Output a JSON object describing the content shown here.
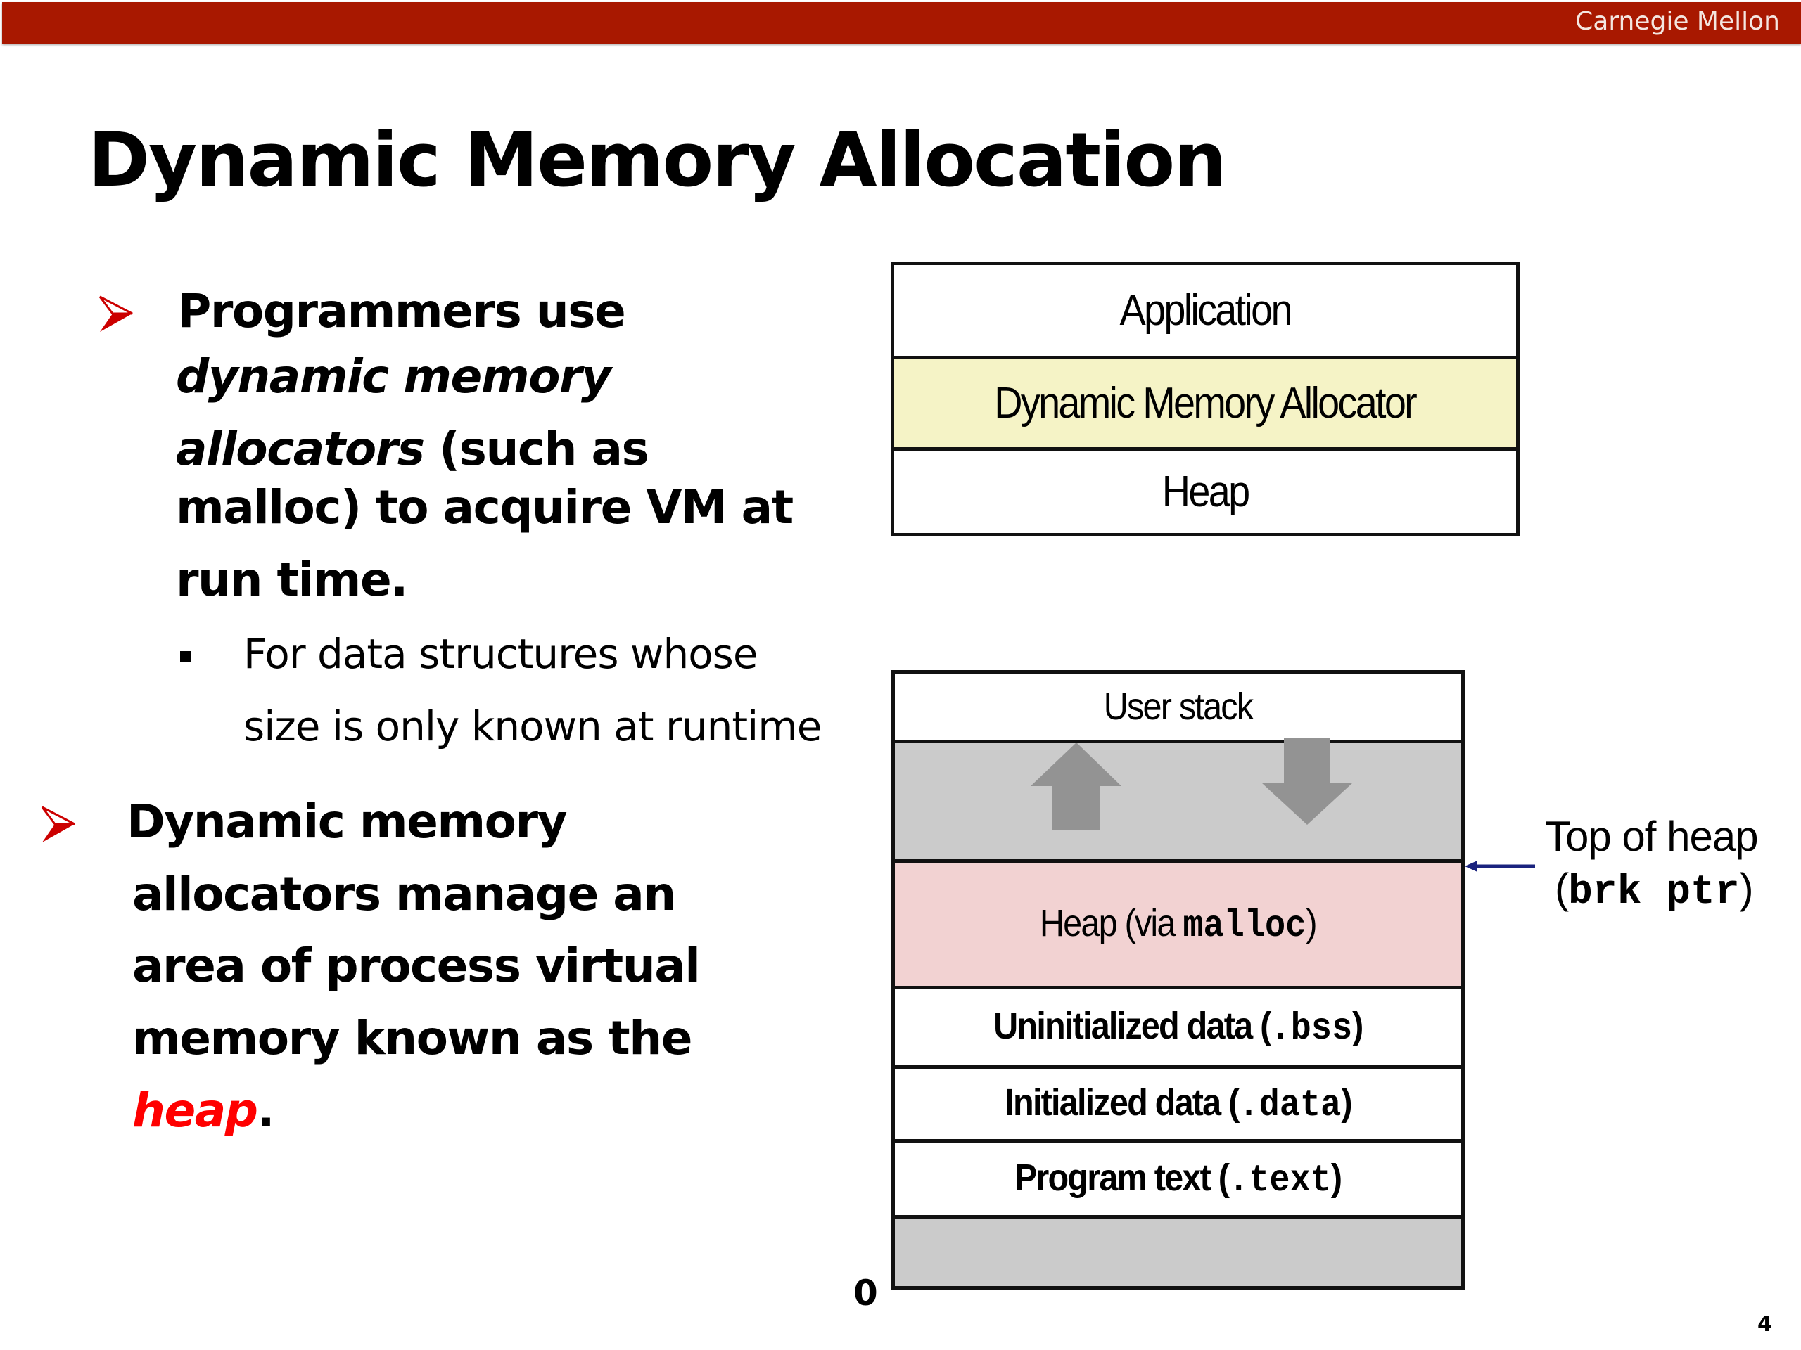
{
  "header": {
    "brand": "Carnegie Mellon",
    "bar_color": "#A81800"
  },
  "slide": {
    "title": "Dynamic Memory Allocation",
    "page_number": "4"
  },
  "bullets": [
    {
      "icon": "arrow-bullet-icon",
      "lines": [
        {
          "segments": [
            {
              "text": " Programmers use",
              "style": "bold"
            }
          ]
        },
        {
          "segments": [
            {
              "text": "dynamic memory",
              "style": "bold-italic"
            }
          ]
        },
        {
          "segments": [
            {
              "text": "allocators",
              "style": "bold-italic"
            },
            {
              "text": " (such as",
              "style": "bold"
            }
          ]
        },
        {
          "segments": [
            {
              "text": "malloc) to acquire VM at",
              "style": "bold"
            }
          ]
        },
        {
          "segments": [
            {
              "text": "run time.",
              "style": "bold"
            }
          ]
        }
      ],
      "sub_bullets": [
        {
          "icon": "square-bullet-icon",
          "lines": [
            "For data structures whose",
            "size is only known at runtime"
          ]
        }
      ]
    },
    {
      "icon": "arrow-bullet-icon",
      "lines": [
        {
          "segments": [
            {
              "text": "Dynamic memory",
              "style": "bold"
            }
          ]
        },
        {
          "segments": [
            {
              "text": "allocators manage an",
              "style": "bold"
            }
          ]
        },
        {
          "segments": [
            {
              "text": "area of process virtual",
              "style": "bold"
            }
          ]
        },
        {
          "segments": [
            {
              "text": "memory known as the",
              "style": "bold"
            }
          ]
        },
        {
          "segments": [
            {
              "text": "heap",
              "style": "bold-italic-red"
            },
            {
              "text": ".",
              "style": "bold"
            }
          ]
        }
      ]
    }
  ],
  "layer_diagram": {
    "rows": [
      {
        "label": "Application",
        "color": "#FFFFFF"
      },
      {
        "label": "Dynamic Memory Allocator",
        "color": "#F5F3C6"
      },
      {
        "label": "Heap",
        "color": "#FFFFFF"
      }
    ]
  },
  "memory_layout": {
    "rows": [
      {
        "label": "User stack",
        "code": "",
        "color": "#FFFFFF"
      },
      {
        "label": "",
        "code": "",
        "color": "#CBCBCB",
        "arrows": [
          "stack-grows-down-icon",
          "heap-grows-up-icon"
        ]
      },
      {
        "label": "Heap (via ",
        "code": "malloc",
        "suffix": ")",
        "color": "#F2D2D2"
      },
      {
        "label": "Uninitialized data (",
        "code": ".bss",
        "suffix": ")",
        "color": "#FFFFFF"
      },
      {
        "label": "Initialized data (",
        "code": ".data",
        "suffix": ")",
        "color": "#FFFFFF"
      },
      {
        "label": "Program text (",
        "code": ".text",
        "suffix": ")",
        "color": "#FFFFFF"
      },
      {
        "label": "",
        "code": "",
        "color": "#CBCBCB"
      }
    ],
    "address_zero_label": "0",
    "arrow_color": "#939393",
    "pointer": {
      "line1": "Top of heap",
      "line2_open": "(",
      "line2_code": "brk ptr",
      "line2_close": ")",
      "color": "#1A237E"
    }
  }
}
